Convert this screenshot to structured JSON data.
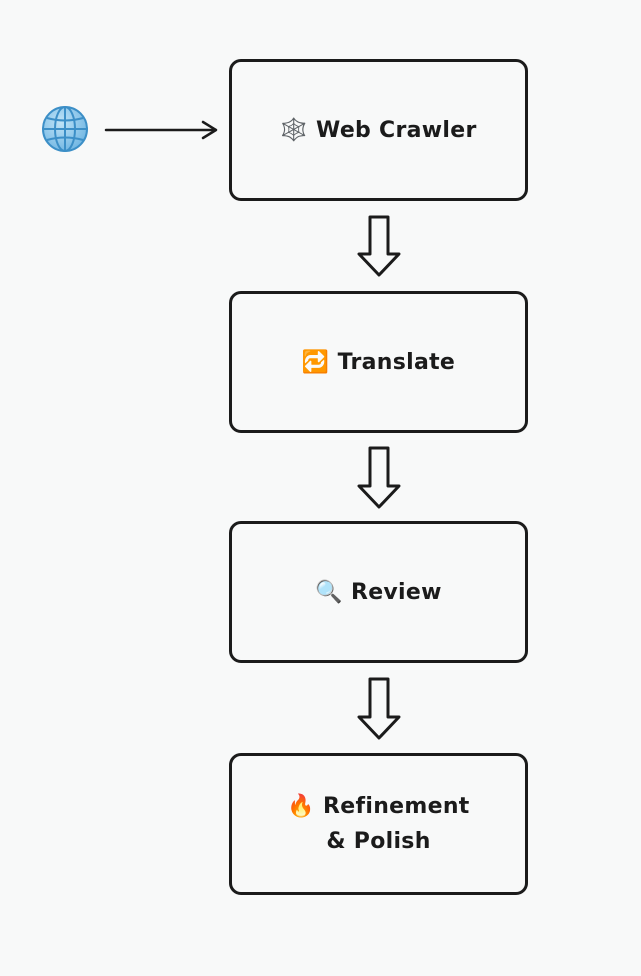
{
  "diagram": {
    "source": {
      "icon": "globe-icon"
    },
    "nodes": [
      {
        "id": "crawler",
        "emoji": "🕸️",
        "icon": "spider-web-icon",
        "lines": [
          "Web Crawler"
        ]
      },
      {
        "id": "translate",
        "emoji": "🔁",
        "icon": "repeat-arrows-icon",
        "lines": [
          "Translate"
        ]
      },
      {
        "id": "review",
        "emoji": "🔍",
        "icon": "magnifier-icon",
        "lines": [
          "Review"
        ]
      },
      {
        "id": "refine",
        "emoji": "🔥",
        "icon": "fire-icon",
        "lines": [
          "Refinement",
          "& Polish"
        ]
      }
    ],
    "edges": [
      {
        "from": "source",
        "to": "crawler",
        "style": "thin-arrow"
      },
      {
        "from": "crawler",
        "to": "translate",
        "style": "block-arrow"
      },
      {
        "from": "translate",
        "to": "review",
        "style": "block-arrow"
      },
      {
        "from": "review",
        "to": "refine",
        "style": "block-arrow"
      }
    ],
    "colors": {
      "stroke": "#1b1b1b",
      "background": "#f8f9f9",
      "globe": "#4da3d9"
    }
  }
}
